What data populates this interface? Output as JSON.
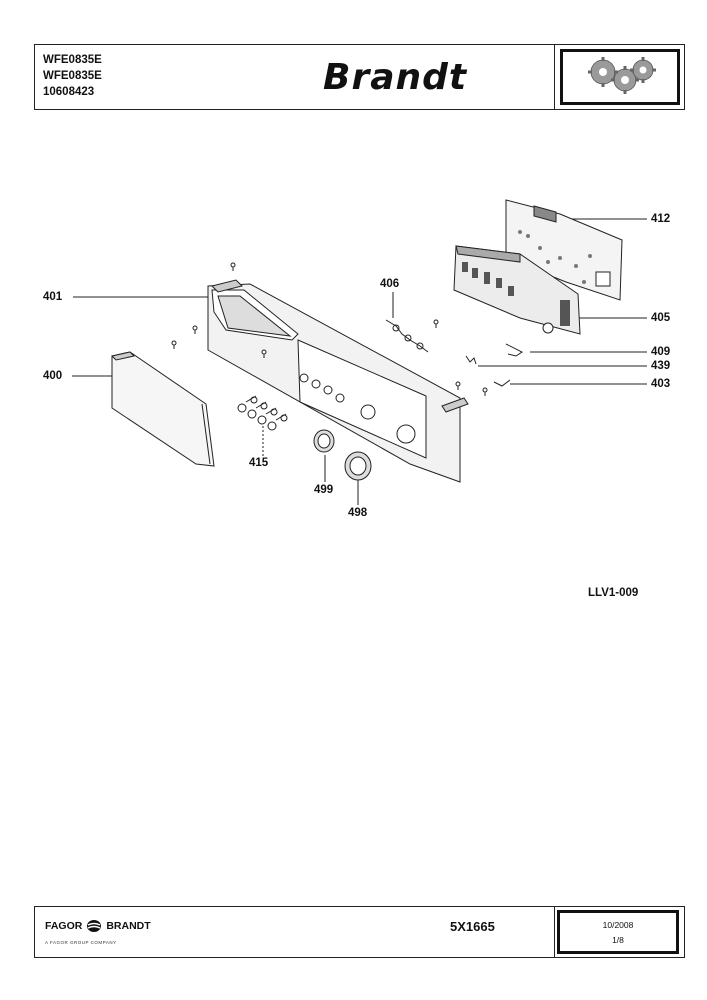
{
  "header": {
    "model_line_1": "WFE0835E",
    "model_line_2": "WFE0835E",
    "product_number": "10608423",
    "brand": "Brandt",
    "logo_icon": "gears-logo-icon"
  },
  "parts": {
    "p412": "412",
    "p401": "401",
    "p406": "406",
    "p405": "405",
    "p409": "409",
    "p439": "439",
    "p400": "400",
    "p403": "403",
    "p415": "415",
    "p499": "499",
    "p498": "498"
  },
  "diagram_ref": "LLV1-009",
  "footer": {
    "maker_left": "FAGOR",
    "maker_right": "BRANDT",
    "tagline": "A FAGOR GROUP COMPANY",
    "doc_code": "5X1665",
    "date": "10/2008",
    "page": "1/8"
  }
}
